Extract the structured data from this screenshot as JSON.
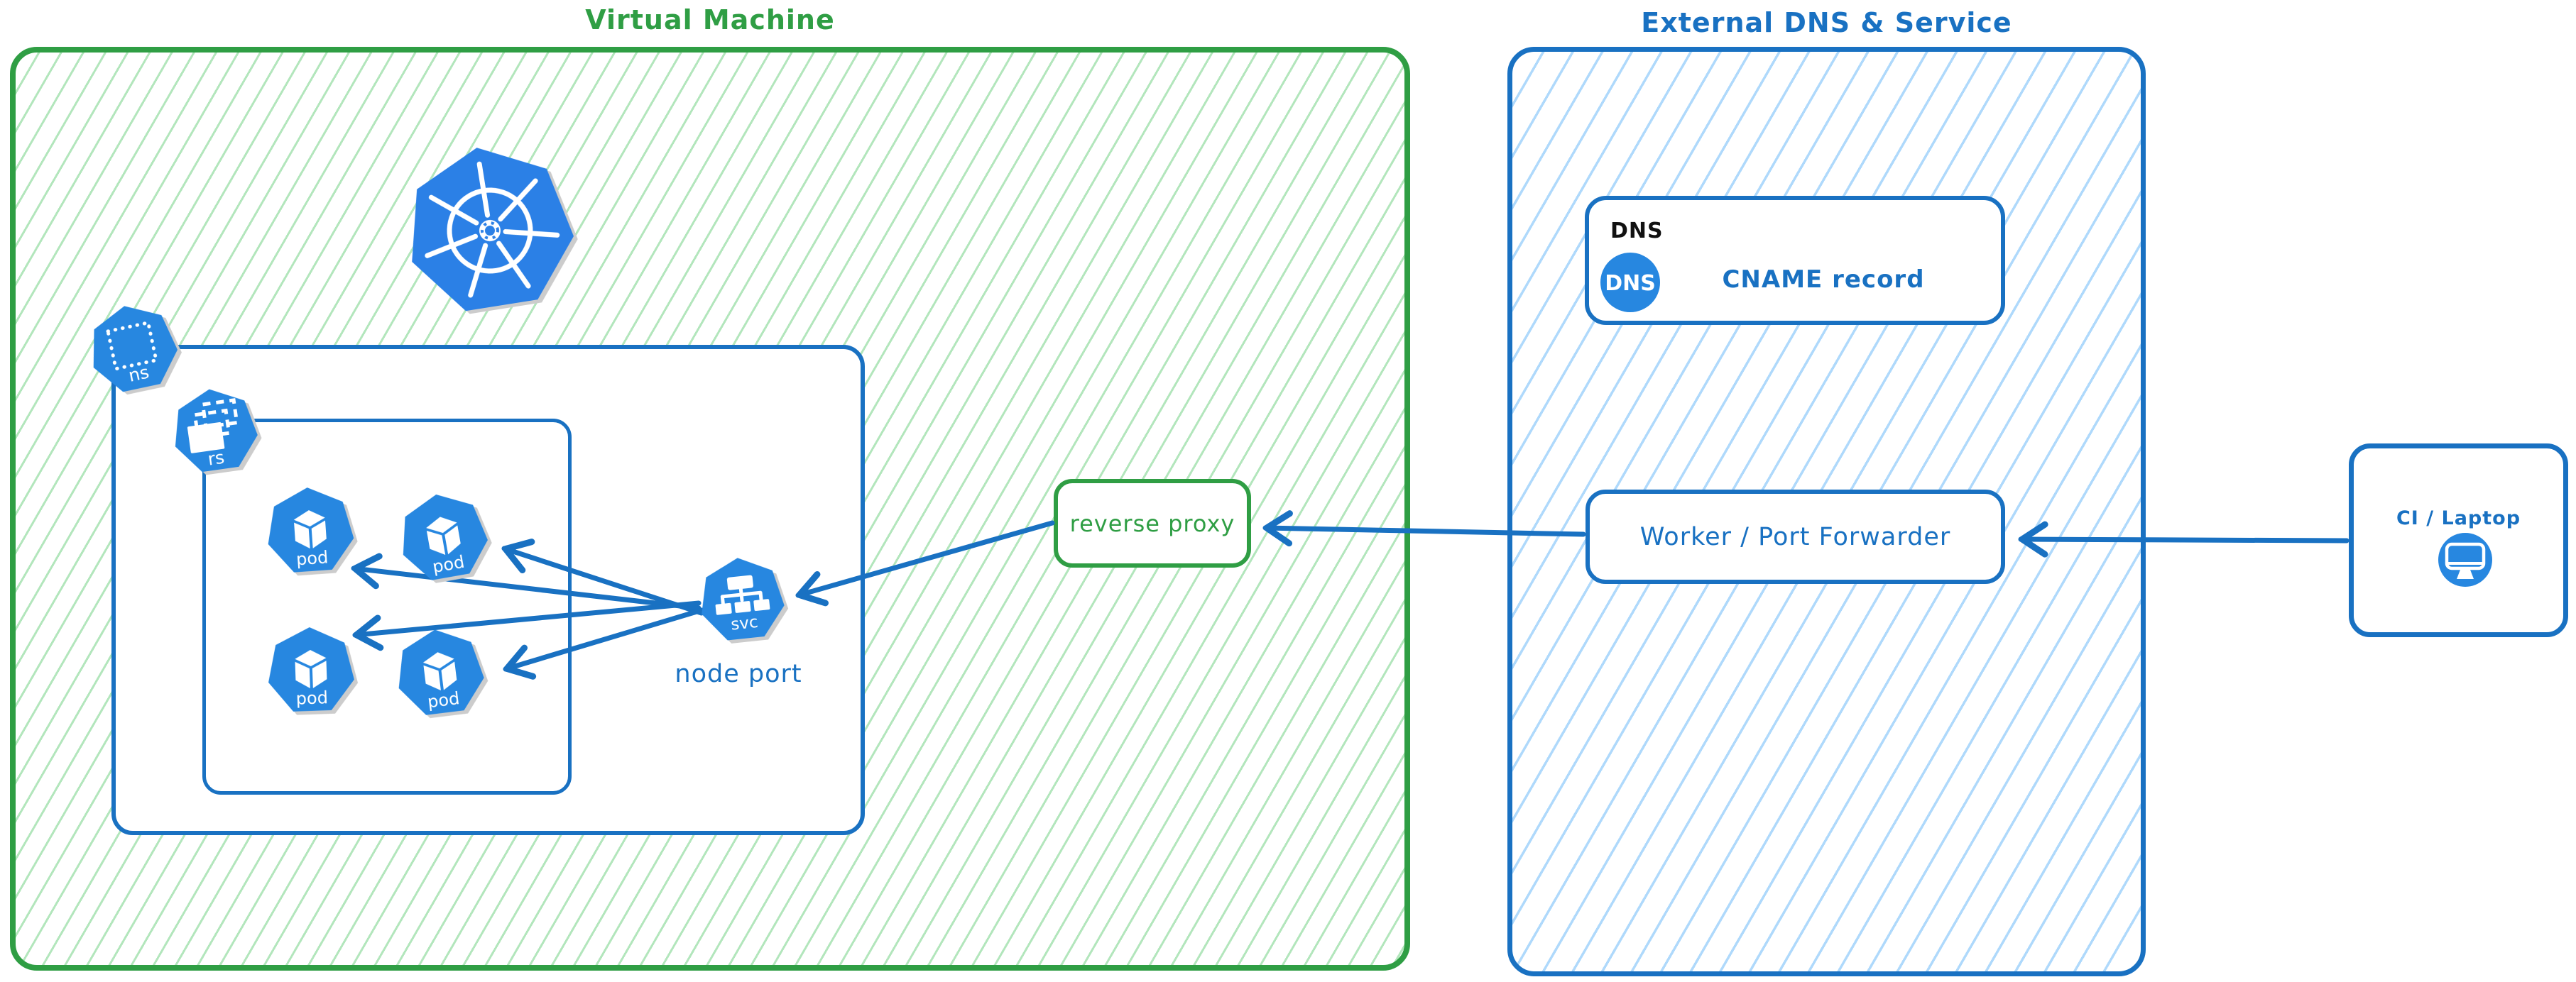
{
  "vm": {
    "title": "Virtual Machine",
    "node_port": "node port",
    "reverse_proxy": "reverse proxy"
  },
  "external": {
    "title": "External DNS & Service",
    "dns_tag": "DNS",
    "dns_badge": "DNS",
    "cname_label": "CNAME record",
    "worker_label": "Worker / Port Forwarder"
  },
  "client": {
    "label": "CI / Laptop"
  },
  "icons": {
    "kubernetes_logo": "kubernetes-logo",
    "pod_label": "pod",
    "ns_label": "ns",
    "rs_label": "rs",
    "svc_label": "svc"
  },
  "colors": {
    "green_stroke": "#2f9e44",
    "green_hatch": "#8fe3a2",
    "blue_stroke": "#1971c2",
    "blue_hatch": "#a3d5f7",
    "icon_blue": "#2787e0",
    "logo_blue": "#2b80e6",
    "dns_tag_text": "#111111",
    "background": "#ffffff"
  }
}
